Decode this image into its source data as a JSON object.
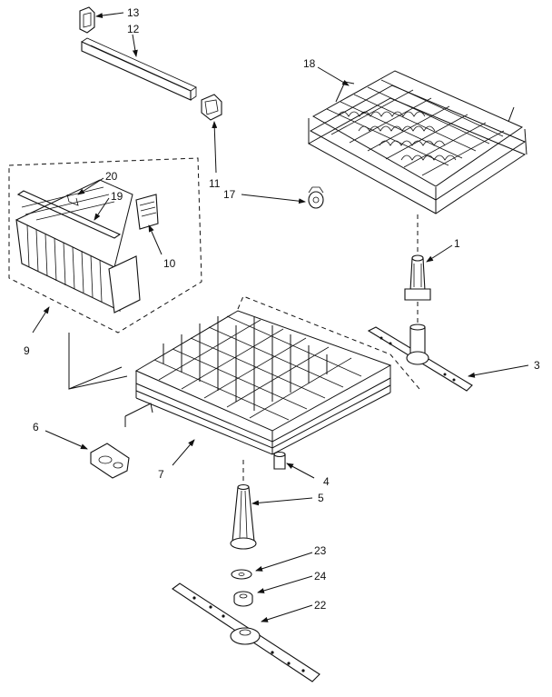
{
  "callouts": [
    {
      "id": "c13",
      "label": "13"
    },
    {
      "id": "c12",
      "label": "12"
    },
    {
      "id": "c18",
      "label": "18"
    },
    {
      "id": "c20",
      "label": "20"
    },
    {
      "id": "c19",
      "label": "19"
    },
    {
      "id": "c11",
      "label": "11"
    },
    {
      "id": "c17",
      "label": "17"
    },
    {
      "id": "c10",
      "label": "10"
    },
    {
      "id": "c1",
      "label": "1"
    },
    {
      "id": "c9",
      "label": "9"
    },
    {
      "id": "c3",
      "label": "3"
    },
    {
      "id": "c6",
      "label": "6"
    },
    {
      "id": "c7",
      "label": "7"
    },
    {
      "id": "c4",
      "label": "4"
    },
    {
      "id": "c5",
      "label": "5"
    },
    {
      "id": "c23",
      "label": "23"
    },
    {
      "id": "c24",
      "label": "24"
    },
    {
      "id": "c22",
      "label": "22"
    }
  ]
}
